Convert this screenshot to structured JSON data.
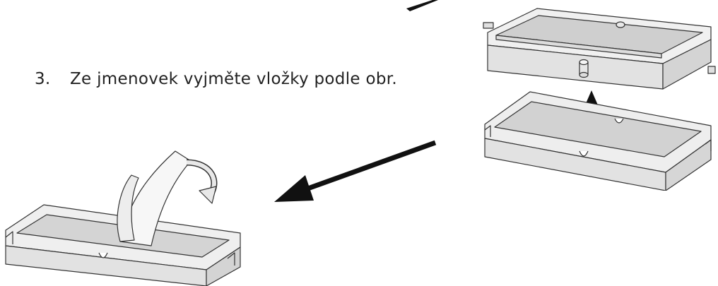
{
  "instruction": {
    "number": "3.",
    "text": "Ze jmenovek vyjměte vložky podle obr."
  },
  "figures": {
    "top_right": {
      "icon": "name-tag-holder-separation-illustration"
    },
    "bottom_left": {
      "icon": "insert-peeling-illustration"
    },
    "arrows": [
      "arrow-pointer-top",
      "arrow-pointer-diagonal"
    ]
  }
}
